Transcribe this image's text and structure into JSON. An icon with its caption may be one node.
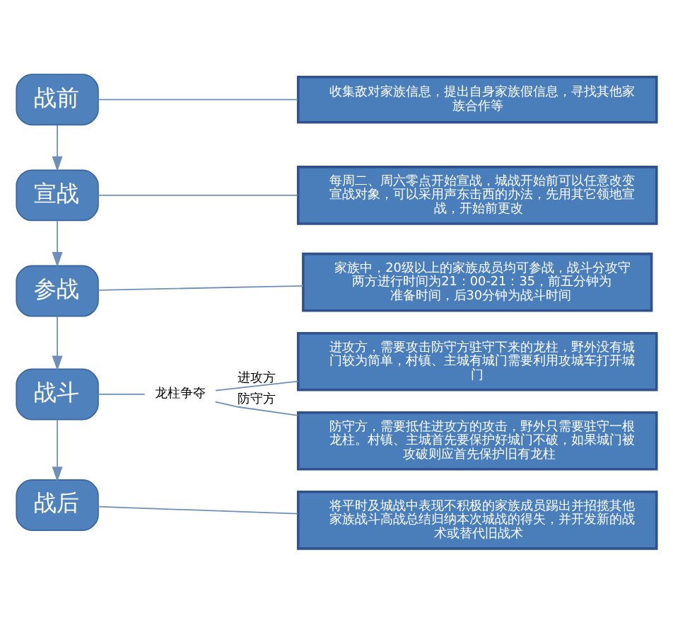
{
  "diagram": {
    "nodes": [
      {
        "text": [
          "战前"
        ]
      },
      {
        "text": [
          "收集敌对家族信息，提出自身家族假信息，寻找其他家族合作等"
        ]
      },
      {
        "text": [
          "宣战"
        ]
      },
      {
        "text": [
          "每周二、周六零点开始宣战，城战开始前可以任意改变宣战对象，可以采用声东击西的办法，先用其它领地宣战，开始前更改"
        ]
      },
      {
        "text": [
          "参战"
        ]
      },
      {
        "text": [
          "家族中，20级以上的家族成员均可参战，战斗分攻守两方进行时间为21：00-21：35，前五分钟为准备时间，后30分钟为战斗时间"
        ]
      },
      {
        "text": [
          "战斗"
        ]
      },
      {
        "text": [
          "龙柱争夺"
        ]
      },
      {
        "text": [
          "进攻方，需要攻击防守方驻守下来的龙柱，野外没有城门较为简单，村镇、主城有城门需要利用攻城车打开城门"
        ]
      },
      {
        "text": [
          "防守方，需要抵住进攻方的攻击，野外只需要驻守一根龙柱。村镇、主城首先要保护好城门不破，如果城门被攻破则应首先保护旧有龙柱"
        ]
      },
      {
        "text": [
          "战后"
        ]
      },
      {
        "text": [
          "将平时及城战中表现不积极的家族成员踢出并招揽其他家族战斗高战总结归纳本次城战的得失，并开发新的战术或替代旧战术"
        ]
      }
    ],
    "edges": [
      {
        "from": 0,
        "to": 1,
        "arrow": "none"
      },
      {
        "from": 0,
        "to": 2,
        "arrow": "to"
      },
      {
        "from": 2,
        "to": 3,
        "arrow": "none"
      },
      {
        "from": 2,
        "to": 4,
        "arrow": "to"
      },
      {
        "from": 4,
        "to": 5,
        "arrow": "none"
      },
      {
        "from": 4,
        "to": 6,
        "arrow": "to"
      },
      {
        "from": 6,
        "to": 7,
        "arrow": "none"
      },
      {
        "from": 7,
        "to": 8,
        "arrow": "none",
        "label": "进攻方"
      },
      {
        "from": 7,
        "to": 9,
        "arrow": "none",
        "label": "防守方"
      },
      {
        "from": 6,
        "to": 10,
        "arrow": "to"
      },
      {
        "from": 10,
        "to": 11,
        "arrow": "none"
      }
    ]
  }
}
